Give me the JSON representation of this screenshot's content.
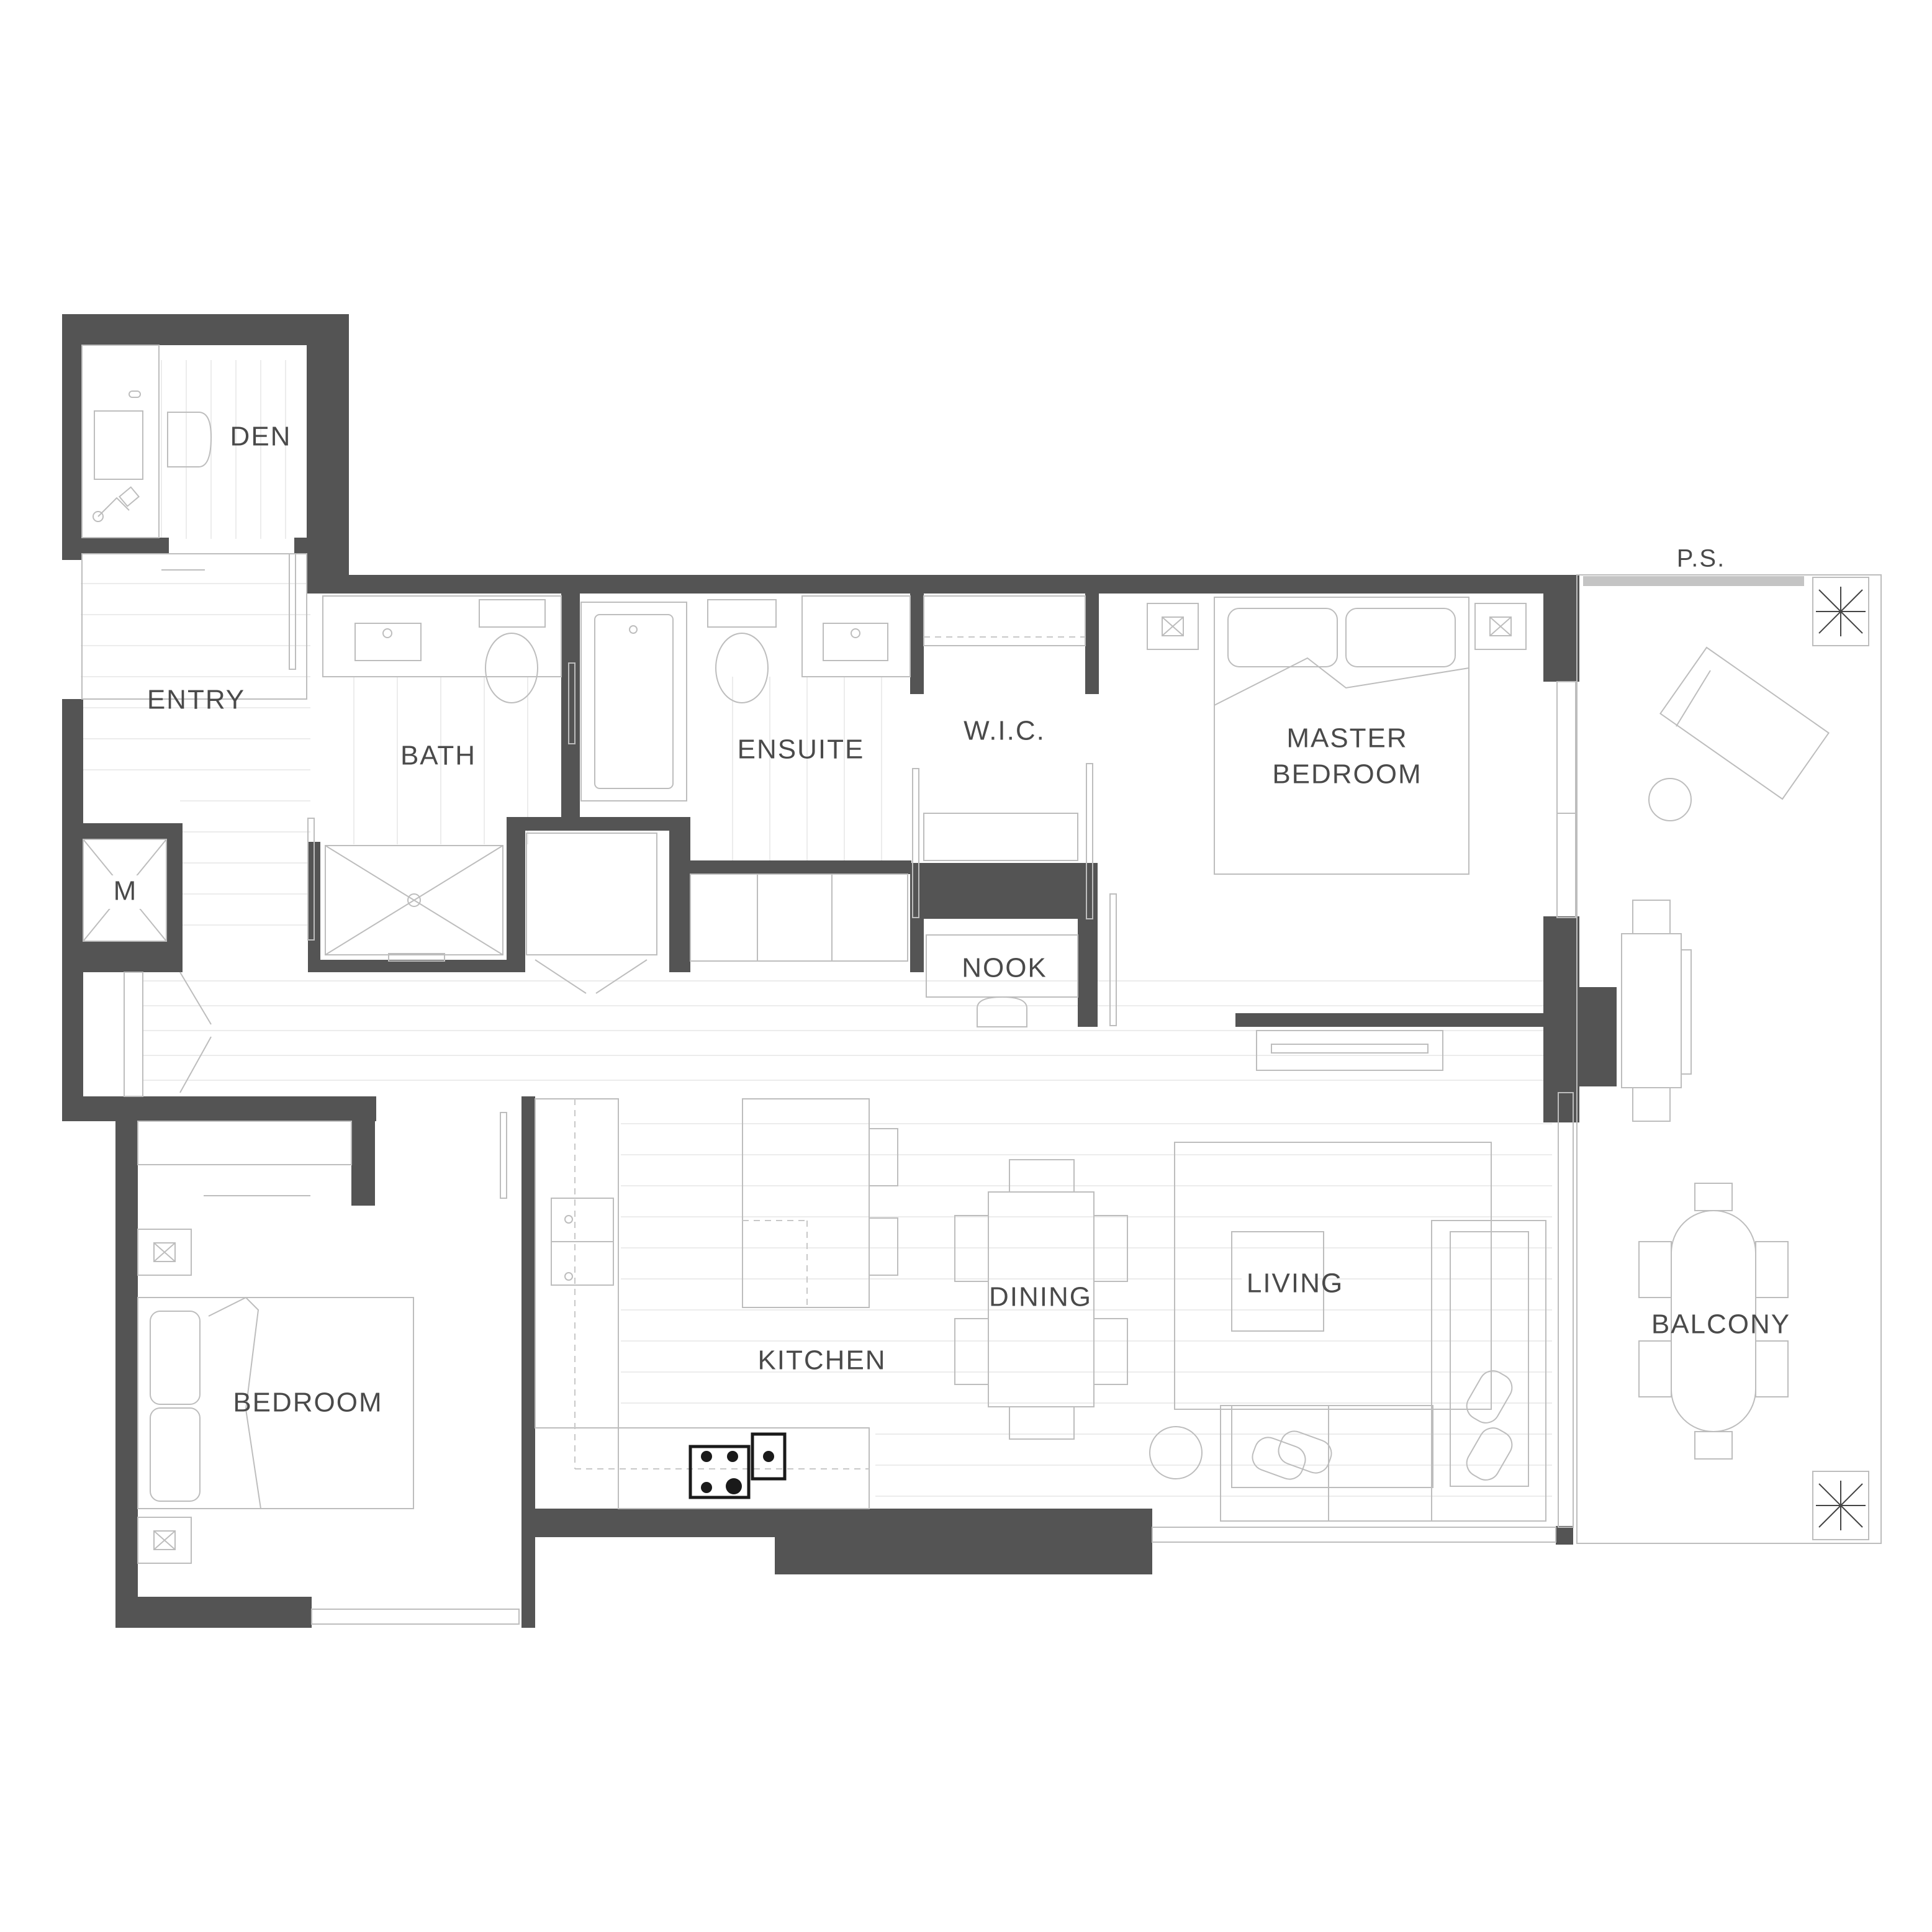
{
  "rooms": {
    "den": "DEN",
    "entry": "ENTRY",
    "bath": "BATH",
    "ensuite": "ENSUITE",
    "wic": "W.I.C.",
    "master_line1": "MASTER",
    "master_line2": "BEDROOM",
    "meter": "M",
    "nook": "NOOK",
    "kitchen": "KITCHEN",
    "dining": "DINING",
    "living": "LIVING",
    "bedroom": "BEDROOM",
    "balcony": "BALCONY",
    "privacy_screen": "P.S."
  },
  "colors": {
    "wall": "#545454",
    "fixture": "#bdbdbd",
    "label": "#4a4a4a"
  }
}
